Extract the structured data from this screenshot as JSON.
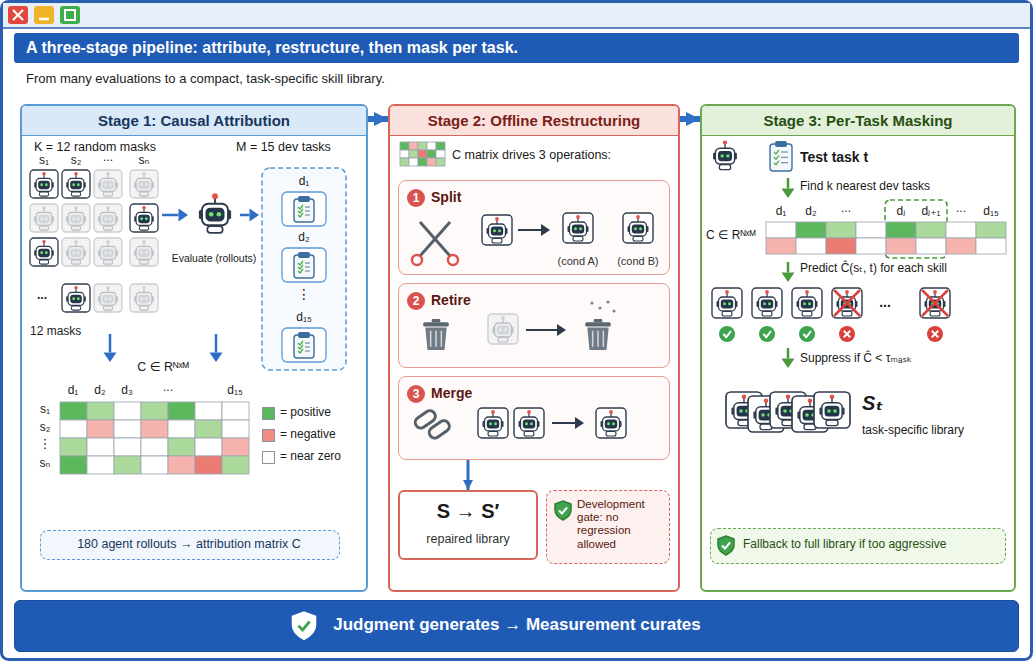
{
  "diagram": {
    "title": "A three-stage pipeline: attribute, restructure, then mask per task.",
    "caption": "From many evaluations to a compact, task-specific skill library.",
    "nodes": [
      {
        "text": [
          "Stage 1: Causal Attribution"
        ]
      },
      {
        "text": [
          "180 agent rollouts → attribution matrix C"
        ],
        "in": 0
      },
      {
        "text": [
          "Stage 2: Offline Restructuring"
        ]
      },
      {
        "text": [
          "1",
          "Split",
          "(cond A)",
          "(cond B)"
        ],
        "in": 2
      },
      {
        "text": [
          "2",
          "Retire"
        ],
        "in": 2
      },
      {
        "text": [
          "3",
          "Merge"
        ],
        "in": 2
      },
      {
        "text": [
          "S → S′",
          "repaired library"
        ],
        "in": 2
      },
      {
        "text": [
          "Development gate: no regression allowed"
        ],
        "in": 2
      },
      {
        "text": [
          "Stage 3: Per-Task Masking"
        ]
      },
      {
        "text": [
          "Fallback to full library if too aggressive"
        ],
        "in": 8
      },
      {
        "text": [
          "Judgment generates → Measurement curates"
        ]
      }
    ],
    "edges": [
      {
        "from": 0,
        "to": 2,
        "arrow": "to"
      },
      {
        "from": 2,
        "to": 8,
        "arrow": "to"
      },
      {
        "from": 5,
        "to": 6,
        "arrow": "to"
      }
    ],
    "labels": [
      "K = 12 random masks",
      "M = 15 dev tasks",
      "s₁",
      "s₂",
      "...",
      "sₙ",
      "d₁",
      "d₂",
      "⋮",
      "d₁₅",
      "Evaluate (rollouts)",
      "...",
      "12 masks",
      "C ∈ Rᴺˣᴹ",
      "d₁",
      "d₂",
      "d₃",
      "...",
      "d₁₅",
      "s₁",
      "s₂",
      "⋮",
      "sₙ",
      "C matrix drives 3 operations:",
      "Test task t",
      "Find k nearest dev tasks",
      "C ∈ Rᴺˣᴹ",
      "d₁",
      "d₂",
      "...",
      "dⱼ",
      "dⱼ₊₁",
      "...",
      "d₁₅",
      "Predict Ĉ(sₜ, t) for each skill",
      "...",
      "Suppress if Ĉ < τₘₐₛₖ",
      "Sₜ",
      "task-specific library"
    ],
    "legend": [
      {
        "text": "= positive",
        "color": "#5cb85c"
      },
      {
        "text": "= negative",
        "color": "#f28b82"
      },
      {
        "text": "= near zero",
        "color": "#ffffff"
      }
    ]
  }
}
